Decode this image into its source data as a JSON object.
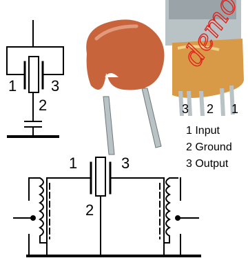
{
  "top_schematic": {
    "pin_left": "1",
    "pin_right": "3",
    "pin_bottom": "2"
  },
  "component_photo": {
    "pin_labels": [
      "3",
      "2",
      "1"
    ],
    "legend": [
      "1 Input",
      "2 Ground",
      "3 Output"
    ],
    "watermark": "demo"
  },
  "bottom_schematic": {
    "pin_left": "1",
    "pin_right": "3",
    "pin_bottom": "2"
  },
  "colors": {
    "capacitor_body": "#c8643c",
    "filter_body": "#d99a48",
    "lead_metal": "#b9c3c6",
    "watermark": "#e0201a"
  }
}
